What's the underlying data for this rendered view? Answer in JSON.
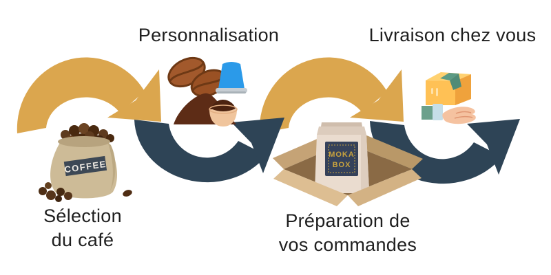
{
  "diagram": {
    "name": "coffee-order-process-flow",
    "steps": [
      {
        "id": "selection",
        "label": "Sélection du café",
        "label_lines": [
          "Sélection",
          "du café"
        ],
        "icon": "coffee-bag"
      },
      {
        "id": "personnalisation",
        "label": "Personnalisation",
        "label_lines": [
          "Personnalisation"
        ],
        "icon": "coffee-beans-capsule-ground-coffee"
      },
      {
        "id": "preparation",
        "label": "Préparation de vos commandes",
        "label_lines": [
          "Préparation de",
          "vos commandes"
        ],
        "icon": "mokabox-bag-in-shipping-box"
      },
      {
        "id": "livraison",
        "label": "Livraison chez vous",
        "label_lines": [
          "Livraison chez vous"
        ],
        "icon": "hand-holding-package"
      }
    ],
    "icon_labels": {
      "coffee_bag": "COFFEE",
      "moka_line1": "MOKA",
      "moka_line2": "BOX"
    },
    "colors": {
      "arrow_gold": "#DBA64E",
      "arrow_navy": "#2E4456",
      "label_text": "#1F1F1F",
      "background": "#FFFFFF",
      "capsule_blue": "#2B9AE9",
      "coffee_brown": "#5D2C16"
    }
  }
}
